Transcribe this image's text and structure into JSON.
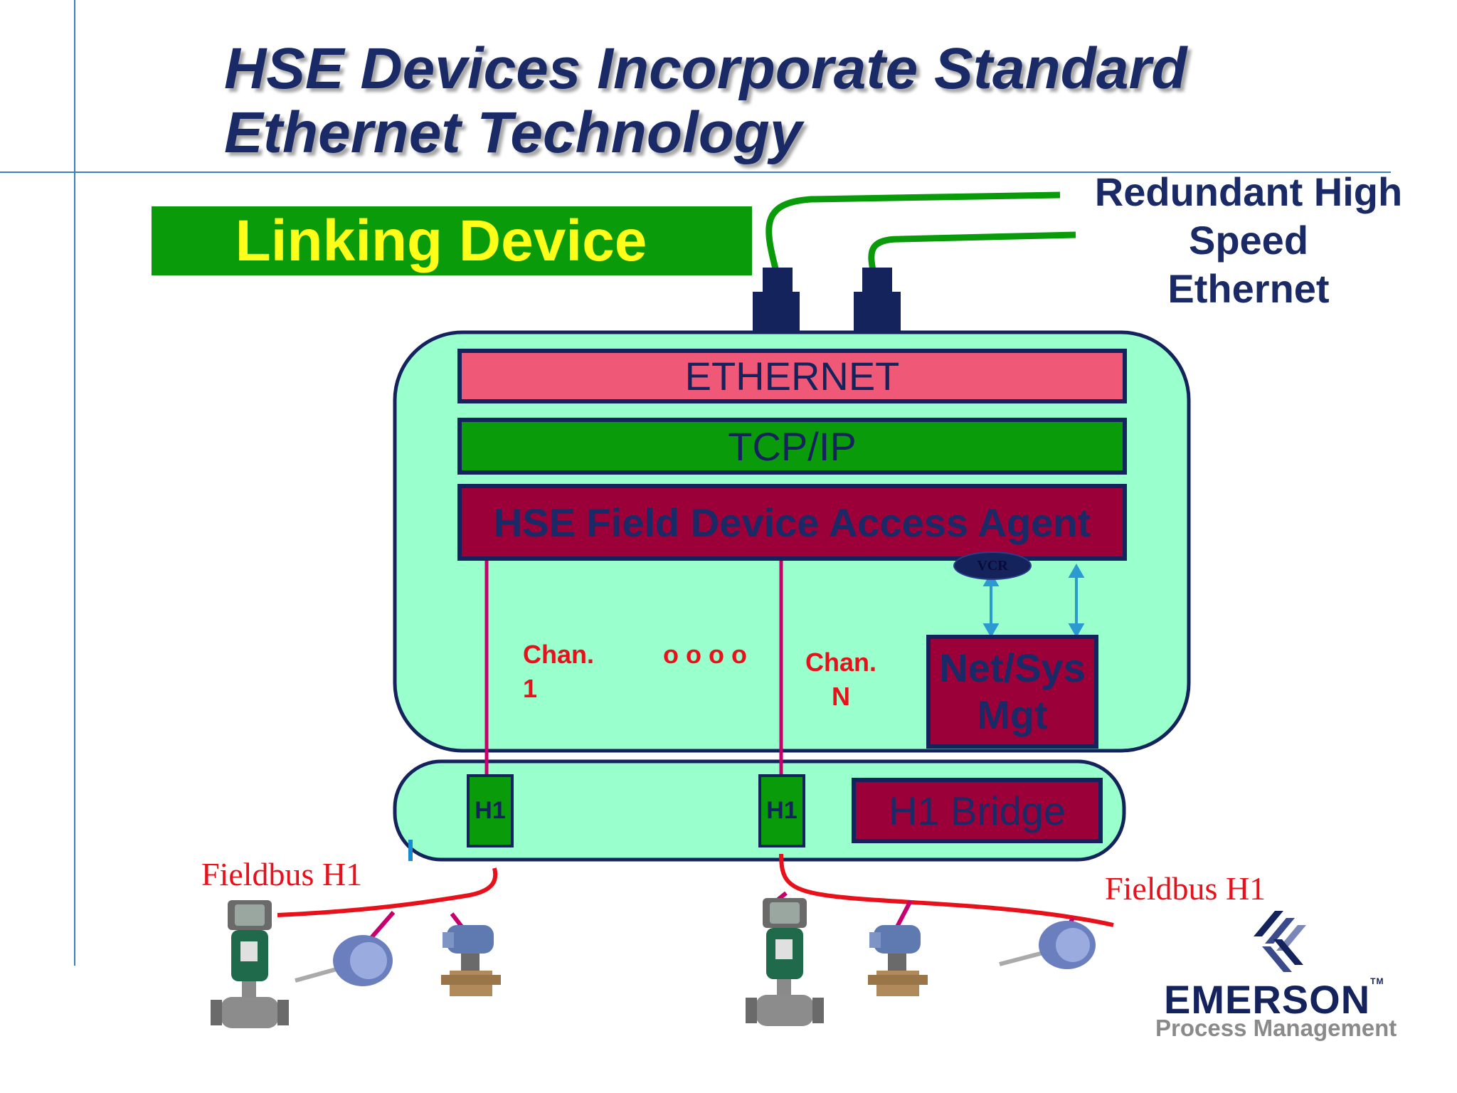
{
  "title": {
    "line1": "HSE Devices Incorporate Standard",
    "line2": "Ethernet Technology"
  },
  "linking_device": "Linking Device",
  "redundant_label": {
    "line1": "Redundant High",
    "line2": "Speed",
    "line3": "Ethernet"
  },
  "layers": {
    "ethernet": "ETHERNET",
    "tcpip": "TCP/IP",
    "agent": "HSE Field Device Access Agent",
    "vcr": "VCR",
    "netsys_line1": "Net/Sys",
    "netsys_line2": "Mgt",
    "bridge": "H1 Bridge"
  },
  "channels": {
    "chan1_line1": "Chan.",
    "chan1_line2": "1",
    "dots": "o o o o",
    "chanN_line1": "Chan.",
    "chanN_line2": "N"
  },
  "h1_ports": [
    "H1",
    "H1"
  ],
  "fieldbus": {
    "left": "Fieldbus H1",
    "right": "Fieldbus H1"
  },
  "logo": {
    "brand": "EMERSON",
    "tm": "TM",
    "subtitle": "Process Management"
  },
  "colors": {
    "title": "#1a2a66",
    "device_body": "#99ffcc",
    "ethernet_layer": "#f05878",
    "tcpip_layer": "#0a9b0a",
    "agent_layer": "#9b0038",
    "cable": "#0a9b0a",
    "fieldbus": "#e8101a",
    "channel_line": "#c8006e"
  }
}
